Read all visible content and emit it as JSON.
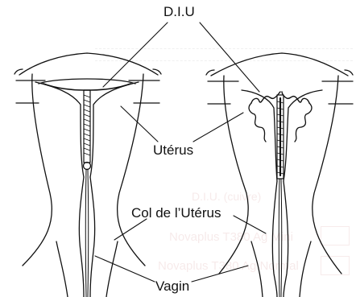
{
  "labels": {
    "diu": "D.I.U",
    "uterus": "Utérus",
    "col_uterus": "Col de l’Utérus",
    "vagin": "Vagin"
  },
  "ghost_text": {
    "line1": "D.I.U. (cuivre)",
    "line2": "Novaplus T380 Ag Mini",
    "line3": "Novaplus T380 Ag Normal"
  },
  "colors": {
    "ink": "#111111",
    "background": "#ffffff"
  }
}
